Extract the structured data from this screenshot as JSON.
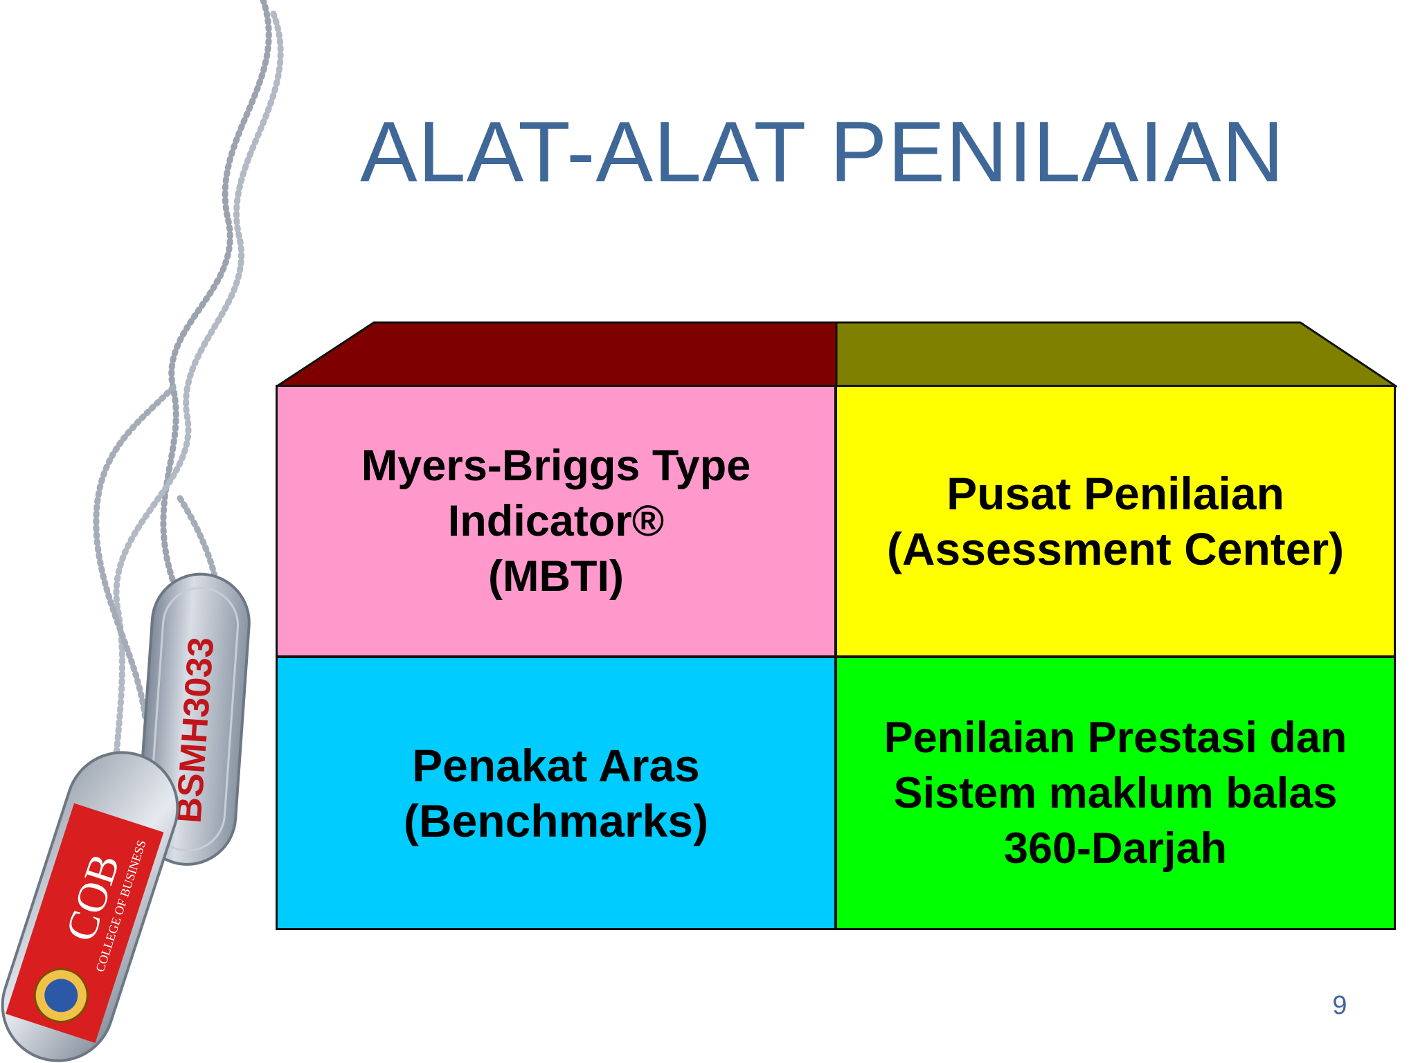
{
  "slide": {
    "title": "ALAT-ALAT PENILAIAN",
    "page_number": "9"
  },
  "matrix": {
    "roof_left_color": "#7f0000",
    "roof_right_color": "#808000",
    "cells": [
      {
        "text": "Myers-Briggs Type\nIndicator®\n(MBTI)",
        "color": "#ff99cc"
      },
      {
        "text": "Pusat Penilaian\n(Assessment Center)",
        "color": "#ffff00"
      },
      {
        "text": "Penakat Aras\n(Benchmarks)",
        "color": "#00ccff"
      },
      {
        "text": "Penilaian Prestasi dan\nSistem maklum balas\n360-Darjah",
        "color": "#00ff00"
      }
    ]
  },
  "decoration": {
    "tag_back_text": "BSMH3033",
    "tag_front_logo_text": "COB",
    "tag_front_subtext": "COLLEGE OF BUSINESS"
  }
}
